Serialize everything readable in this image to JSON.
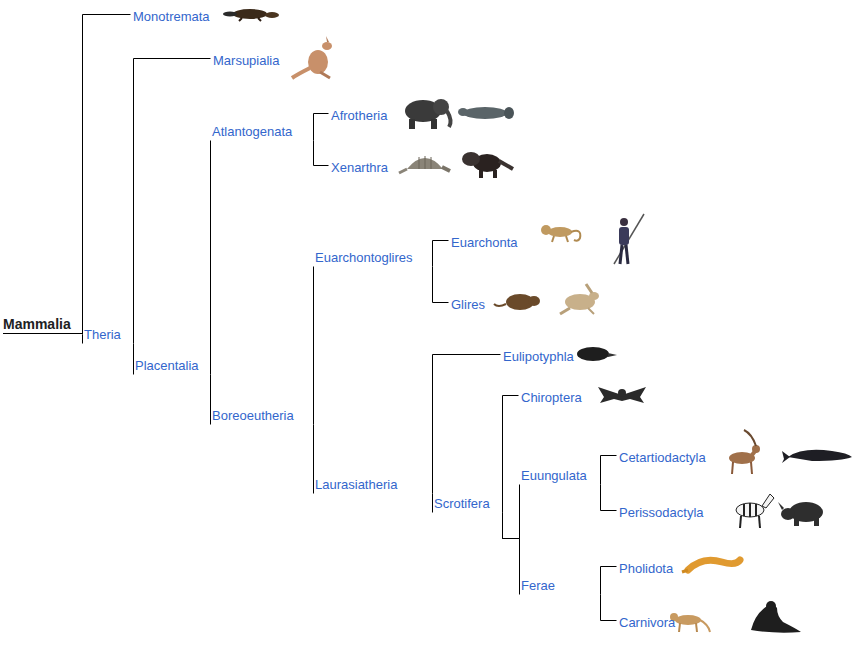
{
  "diagram": {
    "nodes": [
      {
        "text": [
          "Mammalia"
        ]
      },
      {
        "text": [
          "Monotremata"
        ]
      },
      {
        "text": [
          "Theria"
        ]
      },
      {
        "text": [
          "Marsupialia"
        ]
      },
      {
        "text": [
          "Placentalia"
        ]
      },
      {
        "text": [
          "Atlantogenata"
        ]
      },
      {
        "text": [
          "Afrotheria"
        ]
      },
      {
        "text": [
          "Xenarthra"
        ]
      },
      {
        "text": [
          "Boreoeutheria"
        ]
      },
      {
        "text": [
          "Euarchontoglires"
        ]
      },
      {
        "text": [
          "Euarchonta"
        ]
      },
      {
        "text": [
          "Glires"
        ]
      },
      {
        "text": [
          "Laurasiatheria"
        ]
      },
      {
        "text": [
          "Eulipotyphla"
        ]
      },
      {
        "text": [
          "Scrotifera"
        ]
      },
      {
        "text": [
          "Chiroptera"
        ]
      },
      {
        "text": [
          "Euungulata"
        ]
      },
      {
        "text": [
          "Cetartiodactyla"
        ]
      },
      {
        "text": [
          "Perissodactyla"
        ]
      },
      {
        "text": [
          "Ferae"
        ]
      },
      {
        "text": [
          "Pholidota"
        ]
      },
      {
        "text": [
          "Carnivora"
        ]
      }
    ],
    "edges": [
      {
        "from": 0,
        "to": 1,
        "arrow": "none"
      },
      {
        "from": 0,
        "to": 2,
        "arrow": "none"
      },
      {
        "from": 2,
        "to": 3,
        "arrow": "none"
      },
      {
        "from": 2,
        "to": 4,
        "arrow": "none"
      },
      {
        "from": 4,
        "to": 5,
        "arrow": "none"
      },
      {
        "from": 4,
        "to": 8,
        "arrow": "none"
      },
      {
        "from": 5,
        "to": 6,
        "arrow": "none"
      },
      {
        "from": 5,
        "to": 7,
        "arrow": "none"
      },
      {
        "from": 8,
        "to": 9,
        "arrow": "none"
      },
      {
        "from": 8,
        "to": 12,
        "arrow": "none"
      },
      {
        "from": 9,
        "to": 10,
        "arrow": "none"
      },
      {
        "from": 9,
        "to": 11,
        "arrow": "none"
      },
      {
        "from": 12,
        "to": 13,
        "arrow": "none"
      },
      {
        "from": 12,
        "to": 14,
        "arrow": "none"
      },
      {
        "from": 14,
        "to": 15,
        "arrow": "none"
      },
      {
        "from": 14,
        "to": 16,
        "arrow": "none"
      },
      {
        "from": 14,
        "to": 19,
        "arrow": "none"
      },
      {
        "from": 16,
        "to": 17,
        "arrow": "none"
      },
      {
        "from": 16,
        "to": 18,
        "arrow": "none"
      },
      {
        "from": 19,
        "to": 20,
        "arrow": "none"
      },
      {
        "from": 19,
        "to": 21,
        "arrow": "none"
      }
    ]
  }
}
